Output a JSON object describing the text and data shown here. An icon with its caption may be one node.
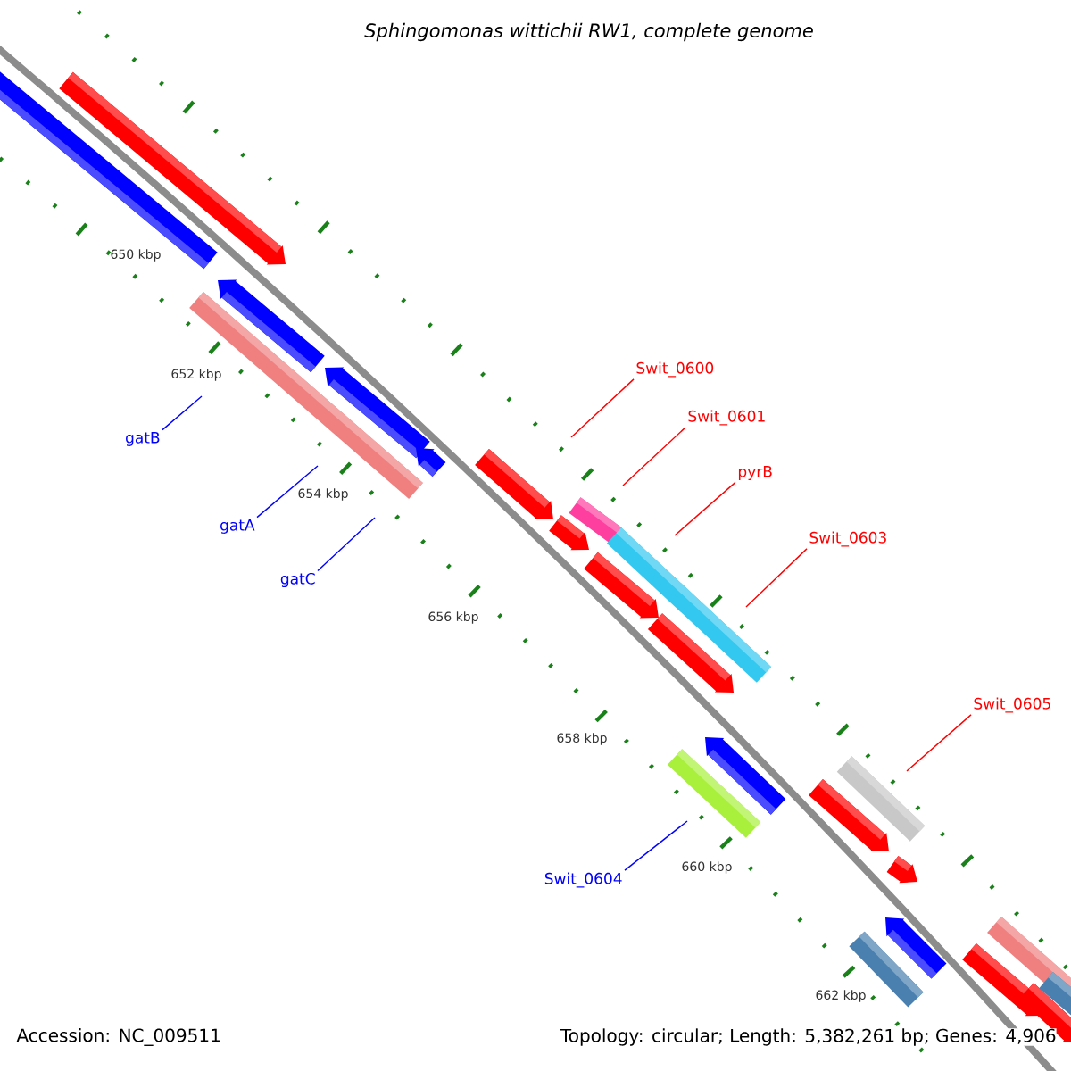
{
  "diagram": {
    "title": "*Sphingomonas wittichii* RW1, complete genome",
    "nodes": [
      {
        "text": [
          "Swit_0600"
        ]
      },
      {
        "text": [
          "Swit_0601"
        ]
      },
      {
        "text": [
          "gatB"
        ]
      },
      {
        "text": [
          "pyrB"
        ]
      },
      {
        "text": [
          "gatA"
        ]
      },
      {
        "text": [
          "Swit_0603"
        ]
      },
      {
        "text": [
          "gatC"
        ]
      },
      {
        "text": [
          "Swit_0605"
        ]
      },
      {
        "text": [
          "Swit_0604"
        ]
      }
    ],
    "edges": [
      {
        "from": 0,
        "to": null,
        "arrow": "none"
      },
      {
        "from": 1,
        "to": null,
        "arrow": "none"
      },
      {
        "from": 2,
        "to": null,
        "arrow": "none",
        "color": "#0000ff"
      },
      {
        "from": 3,
        "to": null,
        "arrow": "none"
      },
      {
        "from": 4,
        "to": null,
        "arrow": "none",
        "color": "#0000ff"
      },
      {
        "from": 5,
        "to": null,
        "arrow": "none"
      },
      {
        "from": 6,
        "to": null,
        "arrow": "none",
        "color": "#0000ff"
      },
      {
        "from": 7,
        "to": null,
        "arrow": "none"
      },
      {
        "from": 8,
        "to": null,
        "arrow": "none",
        "color": "#0000ff"
      }
    ],
    "labels": [
      "650 kbp",
      "652 kbp",
      "654 kbp",
      "656 kbp",
      "658 kbp",
      "660 kbp",
      "662 kbp",
      "Accession: NC_009511",
      "Topology: circular; Length: 5,382,261 bp; Genes: 4,906"
    ]
  }
}
